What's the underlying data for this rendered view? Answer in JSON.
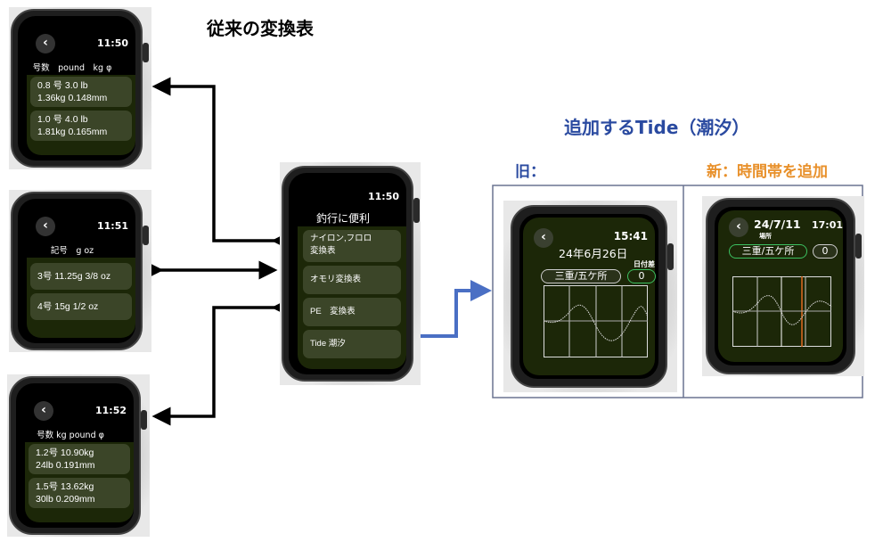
{
  "headings": {
    "legacy": "従来の変換表",
    "tide_added": "追加するTide（潮汐）",
    "old": "旧：",
    "new": "新：時間帯を追加"
  },
  "colors": {
    "heading_blue": "#2a4aa0",
    "heading_orange": "#e8902a",
    "arrow_blue": "#4a6fc4",
    "screen_green": "#1c2708"
  },
  "nylon": {
    "time": "11:50",
    "header": "号数　pound　kg φ",
    "items": [
      {
        "l1": "0.8 号  3.0 lb",
        "l2": "1.36kg 0.148mm"
      },
      {
        "l1": "1.0 号  4.0 lb",
        "l2": "1.81kg 0.165mm"
      }
    ]
  },
  "sinker": {
    "time": "11:51",
    "header": "記号　g oz",
    "items": [
      {
        "l1": "3号  11.25g  3/8 oz"
      },
      {
        "l1": "4号  15g  1/2 oz"
      }
    ]
  },
  "pe": {
    "time": "11:52",
    "header": "号数 kg pound φ",
    "items": [
      {
        "l1": "1.2号 10.90kg",
        "l2": "24lb 0.191mm"
      },
      {
        "l1": "1.5号 13.62kg",
        "l2": "30lb 0.209mm"
      }
    ]
  },
  "main": {
    "time": "11:50",
    "title": "釣行に便利",
    "items": [
      "ナイロン,フロロ\n変換表",
      "オモリ変換表",
      "PE　変換表",
      "Tide 潮汐"
    ]
  },
  "tide_old": {
    "time": "15:41",
    "date": "24年6月26日",
    "day_diff_label": "日付差",
    "location": "三重/五ケ所",
    "day_diff": "0"
  },
  "tide_new": {
    "time": "17:01",
    "date": "24/7/11",
    "location_label": "場所",
    "location": "三重/五ケ所",
    "day_diff": "0"
  }
}
